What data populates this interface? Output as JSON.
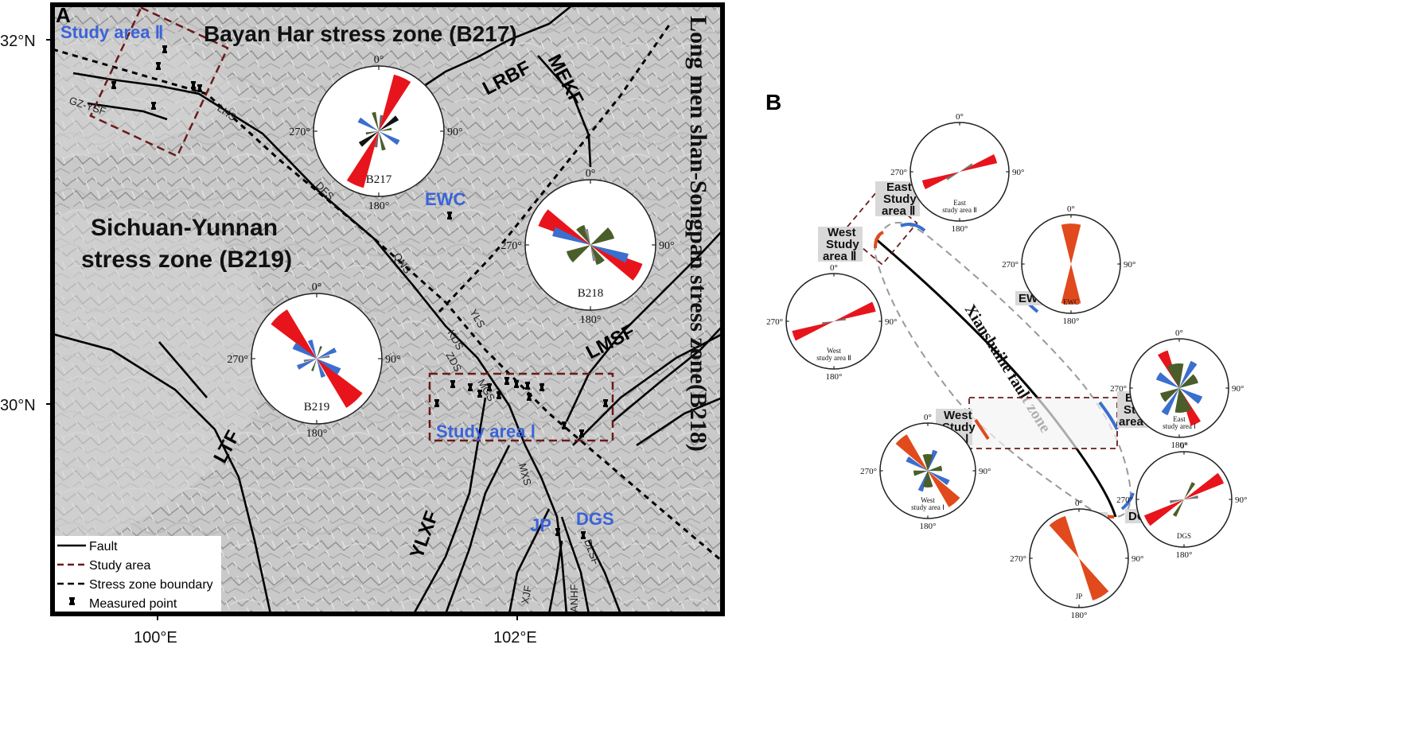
{
  "panel_a": {
    "panel_label": "A",
    "lat_labels": [
      "32°N",
      "30°N"
    ],
    "lon_labels": [
      "100°E",
      "102°E"
    ],
    "zones": {
      "bayan_har": "Bayan Har stress zone (B217)",
      "sichuan_yunnan_line1": "Sichuan-Yunnan",
      "sichuan_yunnan_line2": "stress zone (B219)",
      "longmenshan": "Long men shan-Songpan stress zone(B218)"
    },
    "study_areas": {
      "area2": "Study area Ⅱ",
      "area1": "Study area Ⅰ"
    },
    "sites": {
      "ewc": "EWC",
      "jp": "JP",
      "dgs": "DGS"
    },
    "faults_major": [
      "LRBF",
      "MEKF",
      "LMSF",
      "LTF",
      "YLXF"
    ],
    "faults_minor": [
      "GZ-YSF",
      "LHS",
      "DFS",
      "QNS",
      "YLS",
      "KDS",
      "ZDS",
      "MGS",
      "MXS",
      "XJF",
      "ANHF",
      "DLSF"
    ],
    "roses": [
      {
        "id": "B217",
        "name": "B217",
        "top": "0°",
        "left": "270°",
        "right": "90°",
        "bottom": "180°"
      },
      {
        "id": "B218",
        "name": "B218",
        "top": "0°",
        "left": "270°",
        "right": "90°",
        "bottom": "180°"
      },
      {
        "id": "B219",
        "name": "B219",
        "top": "0°",
        "left": "270°",
        "right": "90°",
        "bottom": "180°"
      }
    ],
    "legend": [
      {
        "label": "Fault",
        "style": "solid"
      },
      {
        "label": "Study area",
        "style": "dashed-red"
      },
      {
        "label": "Stress zone boundary",
        "style": "dashed-black"
      },
      {
        "label": "Measured point",
        "style": "marker"
      }
    ]
  },
  "panel_b": {
    "panel_label": "B",
    "fault_zone": "Xianshuihe fault zone",
    "labels": {
      "east2": [
        "East",
        "Study",
        "area Ⅱ"
      ],
      "west2": [
        "West",
        "Study",
        "area Ⅱ"
      ],
      "ewc": "EWC",
      "west1": [
        "West",
        "Study",
        "area Ⅰ"
      ],
      "east1": [
        "East",
        "Study",
        "area Ⅰ"
      ],
      "jp": "JP",
      "dgs": "DGS"
    },
    "roses": [
      {
        "id": "east2",
        "caption": [
          "East",
          "study area Ⅱ"
        ]
      },
      {
        "id": "ewc",
        "caption": [
          "EWC"
        ]
      },
      {
        "id": "west2",
        "caption": [
          "West",
          "study area Ⅱ"
        ]
      },
      {
        "id": "east1",
        "caption": [
          "East",
          "study area Ⅰ"
        ]
      },
      {
        "id": "west1",
        "caption": [
          "West",
          "study area Ⅰ"
        ]
      },
      {
        "id": "dgs",
        "caption": [
          "DGS"
        ]
      },
      {
        "id": "jp",
        "caption": [
          "JP"
        ]
      }
    ],
    "axis_labels": {
      "top": "0°",
      "left": "270°",
      "right": "90°",
      "bottom": "180°"
    }
  },
  "colors": {
    "red": "#e8141c",
    "blue": "#3a6fce",
    "green": "#4a5e2a",
    "orange": "#e04a1c",
    "site_blue": "#3b63d8",
    "dark_red": "#6b1a1a"
  }
}
